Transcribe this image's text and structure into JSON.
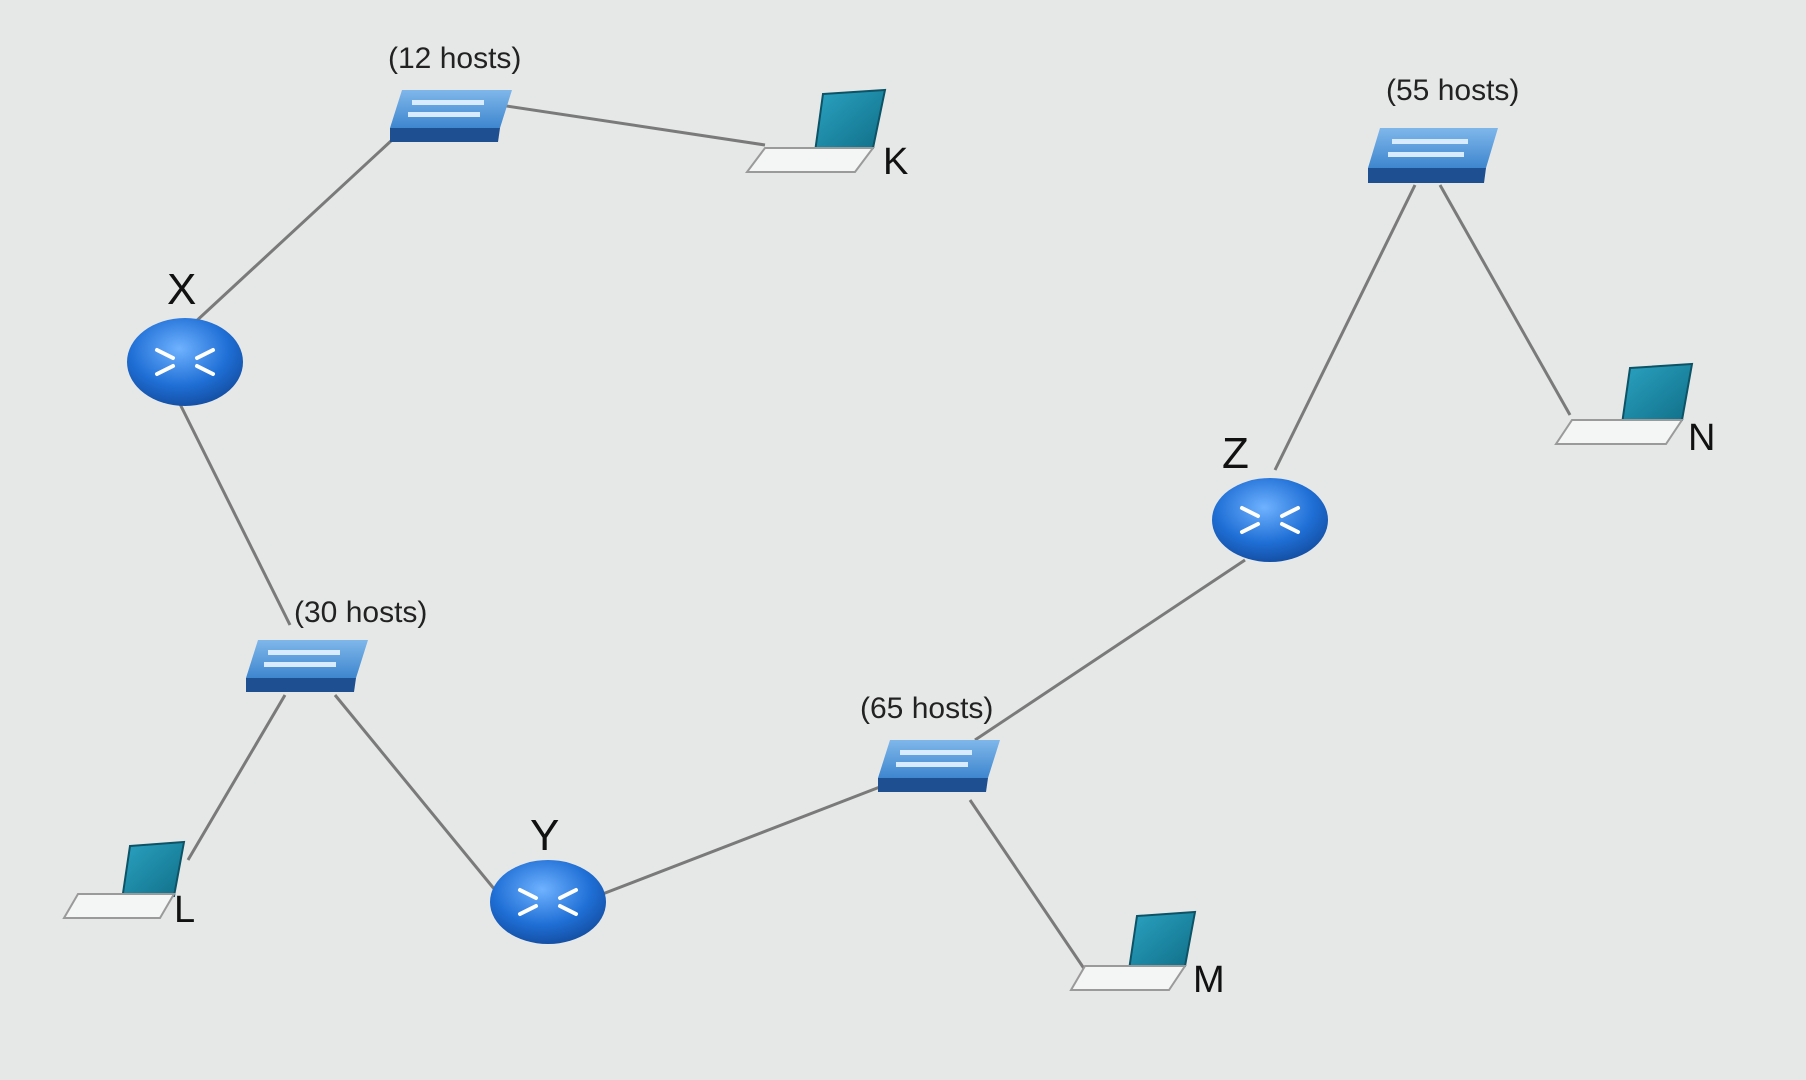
{
  "routers": [
    {
      "id": "router-x",
      "label": "X"
    },
    {
      "id": "router-y",
      "label": "Y"
    },
    {
      "id": "router-z",
      "label": "Z"
    }
  ],
  "switches": [
    {
      "id": "switch-12",
      "hosts": "(12 hosts)"
    },
    {
      "id": "switch-30",
      "hosts": "(30 hosts)"
    },
    {
      "id": "switch-65",
      "hosts": "(65 hosts)"
    },
    {
      "id": "switch-55",
      "hosts": "(55 hosts)"
    }
  ],
  "laptops": [
    {
      "id": "laptop-k",
      "label": "K"
    },
    {
      "id": "laptop-l",
      "label": "L"
    },
    {
      "id": "laptop-m",
      "label": "M"
    },
    {
      "id": "laptop-n",
      "label": "N"
    }
  ],
  "colors": {
    "background": "#e6e8e8",
    "router": "#1f6fd6",
    "switch": "#2a6fc0",
    "laptop_screen": "#1a8aa8",
    "link": "#7a7a7a"
  }
}
